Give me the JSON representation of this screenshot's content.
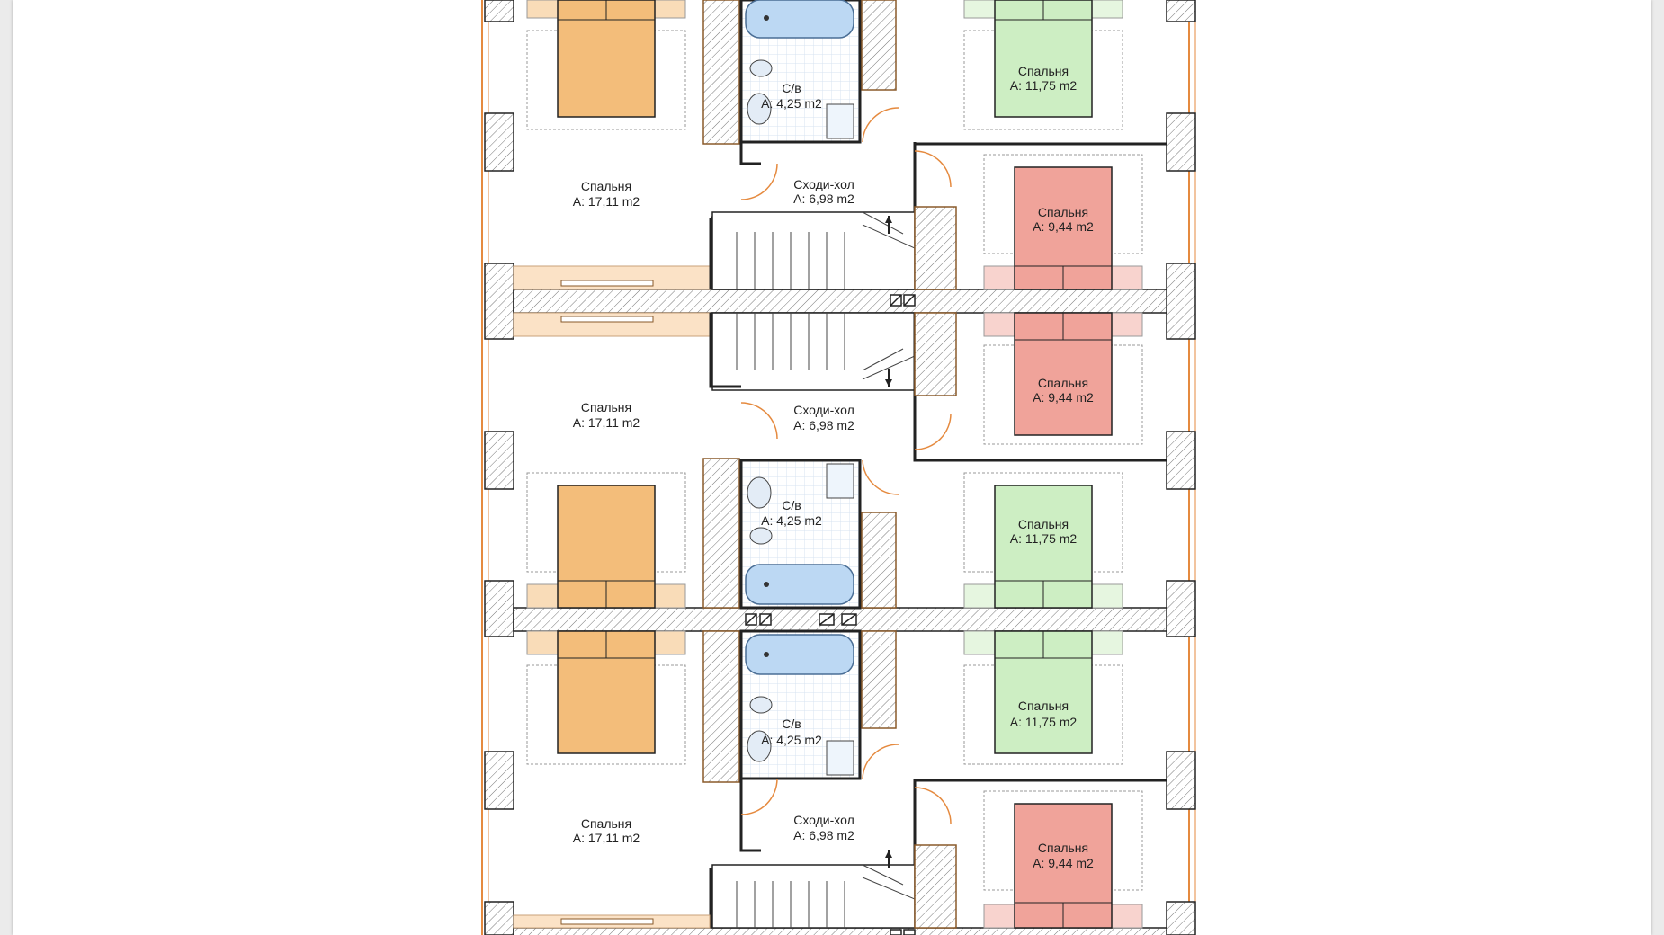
{
  "palette": {
    "bed_orange": "#f3bd7a",
    "bed_orange_light": "#f9dcb8",
    "bed_green": "#cdeec3",
    "bed_green_light": "#e6f6e0",
    "bed_red": "#f0a39a",
    "bed_red_light": "#f8d3ce",
    "bath_blue": "#bcd8f3",
    "tile_grid": "#e7eef7",
    "wall_fill": "#ffffff",
    "wall_stroke": "#222222",
    "window_orange": "#e58a3f",
    "sill": "#fbe2c6",
    "wardrobe_stroke": "#8a5a2a"
  },
  "units": [
    {
      "bath": {
        "name": "С/в",
        "area": "A: 4,25 m2"
      },
      "hall": {
        "name": "Сходи-хол",
        "area": "A: 6,98 m2"
      },
      "bedroom_large": {
        "name": "Спальня",
        "area": "A: 17,11 m2"
      },
      "bedroom_green": {
        "name": "Спальня",
        "area": "A: 11,75 m2"
      },
      "bedroom_red": {
        "name": "Спальня",
        "area": "A: 9,44 m2"
      }
    },
    {
      "bath": {
        "name": "С/в",
        "area": "A: 4,25 m2"
      },
      "hall": {
        "name": "Сходи-хол",
        "area": "A: 6,98 m2"
      },
      "bedroom_large": {
        "name": "Спальня",
        "area": "A: 17,11 m2"
      },
      "bedroom_green": {
        "name": "Спальня",
        "area": "A: 11,75 m2"
      },
      "bedroom_red": {
        "name": "Спальня",
        "area": "A: 9,44 m2"
      }
    },
    {
      "bath": {
        "name": "С/в",
        "area": "A: 4,25 m2"
      },
      "hall": {
        "name": "Сходи-хол",
        "area": "A: 6,98 m2"
      },
      "bedroom_large": {
        "name": "Спальня",
        "area": "A: 17,11 m2"
      },
      "bedroom_green": {
        "name": "Спальня",
        "area": "A: 11,75 m2"
      },
      "bedroom_red": {
        "name": "Спальня",
        "area": "A: 9,44 m2"
      }
    }
  ]
}
